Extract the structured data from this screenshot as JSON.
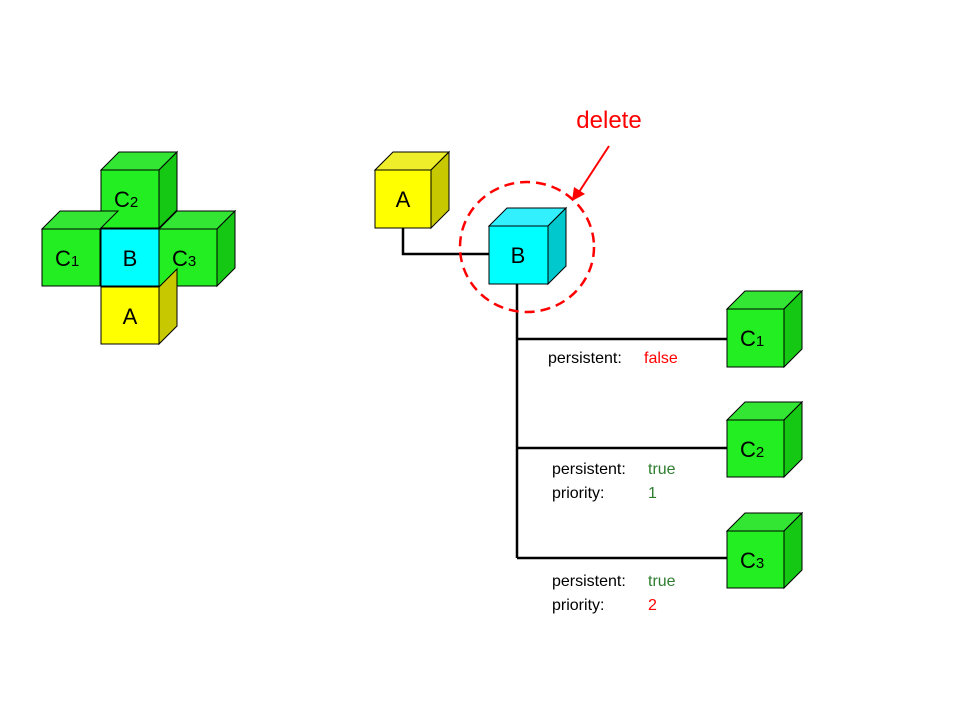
{
  "colors": {
    "yellow": "#ffff00",
    "yellow_top": "#eeee2a",
    "yellow_side": "#c8c800",
    "cyan": "#00ffff",
    "cyan_top": "#33f0ff",
    "cyan_side": "#00c8cc",
    "green": "#22ee22",
    "green_top": "#33e633",
    "green_side": "#14c814",
    "delete_red": "#ff0000",
    "false_red": "#ff0000",
    "true_green": "#2e7d2e"
  },
  "cluster": {
    "a": "A",
    "b": "B",
    "c1": "C",
    "c1_sub": "1",
    "c2": "C",
    "c2_sub": "2",
    "c3": "C",
    "c3_sub": "3"
  },
  "tree": {
    "a": "A",
    "b": "B",
    "delete_label": "delete",
    "c1": "C",
    "c1_sub": "1",
    "c2": "C",
    "c2_sub": "2",
    "c3": "C",
    "c3_sub": "3",
    "c1_props": {
      "persistent_key": "persistent:",
      "persistent_val": "false"
    },
    "c2_props": {
      "persistent_key": "persistent:",
      "persistent_val": "true",
      "priority_key": "priority:",
      "priority_val": "1"
    },
    "c3_props": {
      "persistent_key": "persistent:",
      "persistent_val": "true",
      "priority_key": "priority:",
      "priority_val": "2"
    }
  }
}
